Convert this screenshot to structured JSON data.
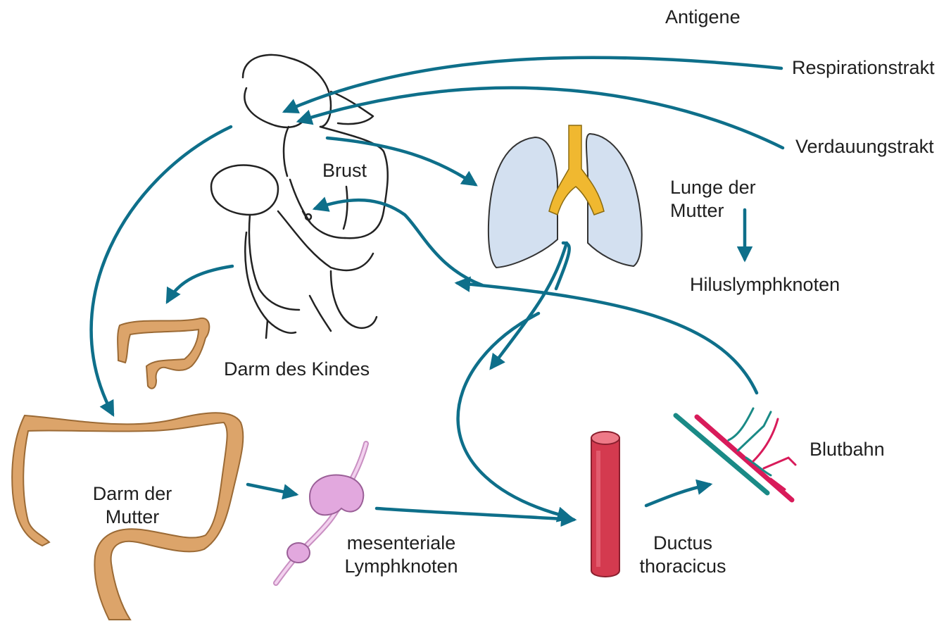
{
  "labels": {
    "antigene": "Antigene",
    "respirationstrakt": "Respirationstrakt",
    "verdauungstrakt": "Verdauungstrakt",
    "brust": "Brust",
    "lunge_line1": "Lunge der",
    "lunge_line2": "Mutter",
    "hiluslymphknoten": "Hiluslymphknoten",
    "darm_kind": "Darm des Kindes",
    "darm_mutter_line1": "Darm der",
    "darm_mutter_line2": "Mutter",
    "mesenteriale_line1": "mesenteriale",
    "mesenteriale_line2": "Lymphknoten",
    "ductus_line1": "Ductus",
    "ductus_line2": "thoracicus",
    "blutbahn": "Blutbahn"
  },
  "colors": {
    "arrow": "#0e6f8a",
    "lung": "#d3e0f0",
    "trachea": "#f0b830",
    "intestine": "#dca46a",
    "lymph_node": "#e2a8de",
    "ductus": "#d43a4f",
    "vessel_red": "#d81b5a",
    "vessel_teal": "#1a8a86",
    "line_art": "#222222"
  }
}
